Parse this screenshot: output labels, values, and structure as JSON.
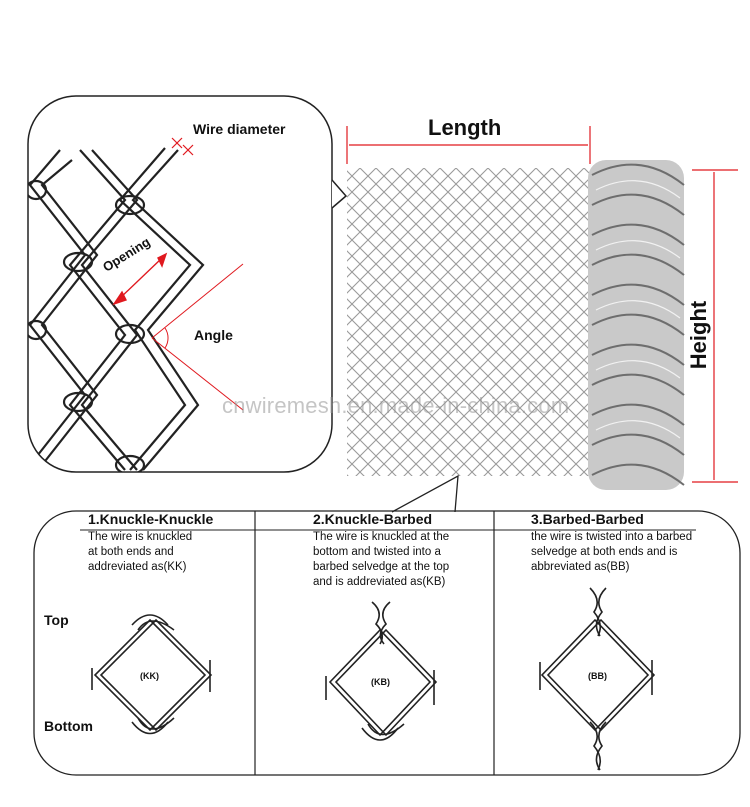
{
  "labels": {
    "wire_diameter": "Wire diameter",
    "opening": "Opening",
    "angle": "Angle",
    "length": "Length",
    "height": "Height",
    "watermark": "cnwiremesh.en.made-in-china.com"
  },
  "types": [
    {
      "title": "1.Knuckle-Knuckle",
      "desc": [
        "The wire is knuckled",
        "at both ends and",
        "addreviated as(KK)"
      ],
      "code": "(KK)"
    },
    {
      "title": "2.Knuckle-Barbed",
      "desc": [
        "The wire is knuckled at the",
        "bottom and twisted into a",
        "barbed selvedge at the top",
        "and is addreviated as(KB)"
      ],
      "code": "(KB)"
    },
    {
      "title": "3.Barbed-Barbed",
      "desc": [
        "the wire is twisted into a barbed",
        "selvedge at both ends and is",
        "abbreviated as(BB)"
      ],
      "code": "(BB)"
    }
  ],
  "side_labels": {
    "top": "Top",
    "bottom": "Bottom"
  },
  "colors": {
    "dimension_line": "#e0191f",
    "wire": "#222222",
    "mesh": "#8a8a8a"
  }
}
